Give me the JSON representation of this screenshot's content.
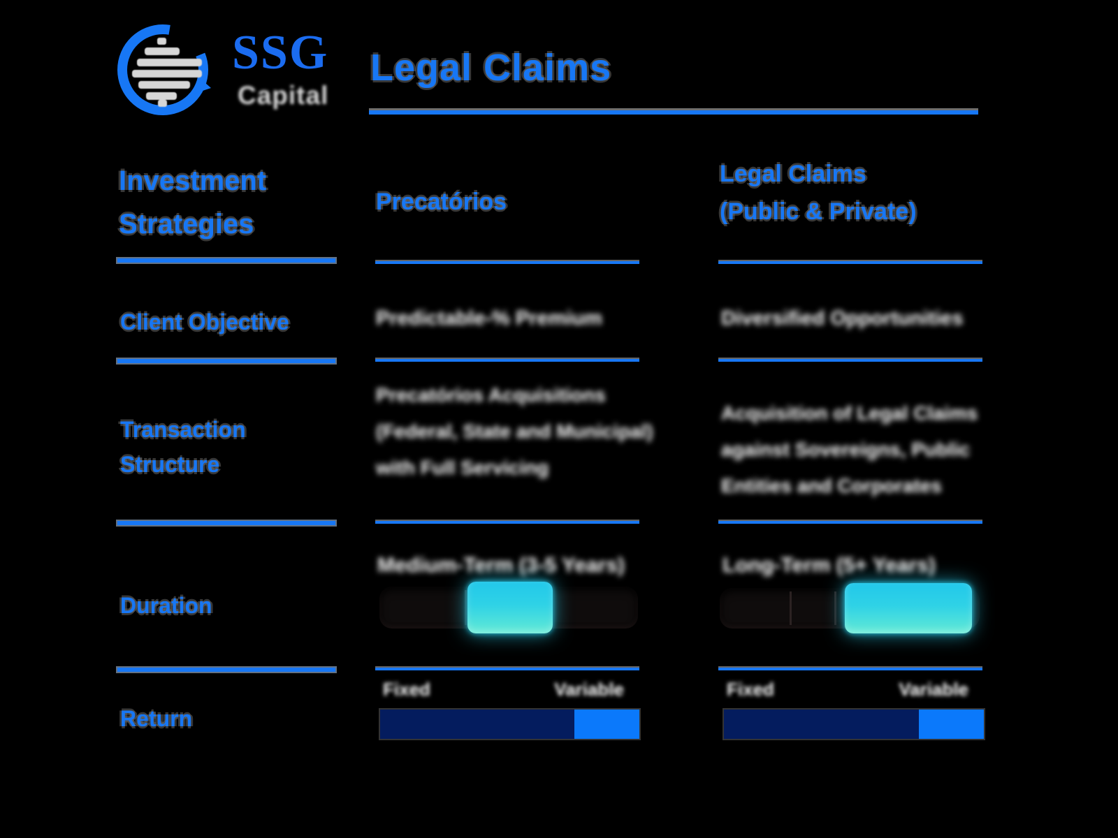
{
  "colors": {
    "background": "#000000",
    "accent_blue": "#1777f5",
    "logo_blue": "#1b6cf0",
    "logo_gray": "#d7d7d7",
    "matte_gray": "#6f6f6f",
    "navy_fixed": "#041c5e",
    "blue_variable": "#0b79fb",
    "cyan_glow_top": "#22c8ea",
    "cyan_glow_bottom": "#63ead5",
    "slider_track": "#0f0c0c",
    "body_text": "#ffffff"
  },
  "logo": {
    "brand": "SSG",
    "division": "Capital"
  },
  "header": {
    "title": "Legal Claims"
  },
  "left": {
    "title_lines": [
      "Investment",
      "Strategies"
    ],
    "row_labels": [
      [
        "Client Objective"
      ],
      [
        "Transaction",
        "Structure"
      ],
      [
        "Duration"
      ],
      [
        "Return"
      ]
    ]
  },
  "columns": [
    {
      "header_lines": [
        "Precatórios"
      ],
      "client_objective_blurred": "Predictable-% Premium",
      "transaction_structure_blurred_lines": [
        "Precatórios Acquisitions",
        "(Federal, State and Municipal)",
        "with Full Servicing"
      ],
      "duration": {
        "caption_blurred": "Medium-Term (3-5 Years)",
        "active_left_pct": 34,
        "active_width_pct": 33
      },
      "return": {
        "left_label": "Fixed",
        "right_label": "Variable",
        "fixed_pct": 75,
        "variable_pct": 25
      }
    },
    {
      "header_lines": [
        "Legal Claims",
        "(Public & Private)"
      ],
      "client_objective_blurred": "Diversified Opportunities",
      "transaction_structure_blurred_lines": [
        "Acquisition of Legal Claims",
        "against Sovereigns, Public",
        "Entities and Corporates"
      ],
      "duration": {
        "caption_blurred": "Long-Term (5+ Years)",
        "active_left_pct": 48,
        "active_width_pct": 49
      },
      "return": {
        "left_label": "Fixed",
        "right_label": "Variable",
        "fixed_pct": 75,
        "variable_pct": 25
      }
    }
  ]
}
